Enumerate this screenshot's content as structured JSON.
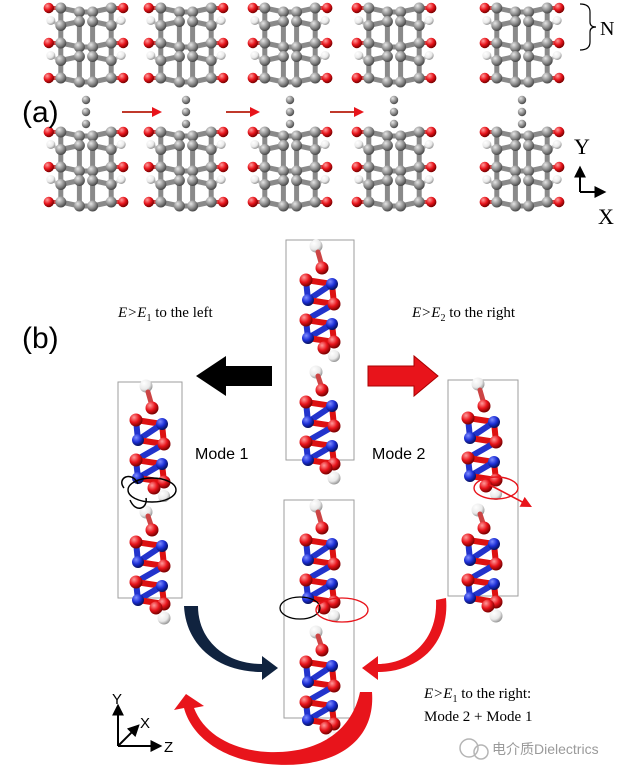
{
  "panel_a": {
    "label": "(a)",
    "bracket_label": "N",
    "axis_y": "Y",
    "axis_x": "X"
  },
  "panel_b": {
    "label": "(b)",
    "top_left_text": {
      "prefix": "E>E",
      "sub": "1",
      "suffix": " to the left"
    },
    "top_right_text": {
      "prefix": "E>E",
      "sub": "2",
      "suffix": " to the right"
    },
    "mode1": "Mode 1",
    "mode2": "Mode 2",
    "bottom_right_line1": {
      "prefix": "E>E",
      "sub": "1",
      "suffix": " to the right:"
    },
    "bottom_right_line2": "Mode 2 + Mode 1",
    "axis_y": "Y",
    "axis_x": "X",
    "axis_z": "Z"
  },
  "watermark": "电介质Dielectrics",
  "colors": {
    "carbon": "#8c8c8c",
    "oxygen": "#e8141b",
    "hydrogen": "#f2f2f2",
    "nitrogen": "#1c2fd6",
    "arrow_red": "#e8141b",
    "arrow_black": "#000000",
    "arrow_navy": "#10233f"
  }
}
